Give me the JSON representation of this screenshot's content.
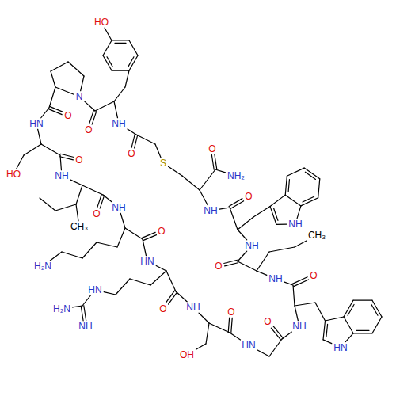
{
  "diagram": {
    "labels": [
      "HO",
      "N",
      "O",
      "O",
      "NH",
      "HN",
      "O",
      "HO",
      "O",
      "S",
      "NH",
      "O",
      "NH₂",
      "NH",
      "O",
      "CH₃",
      "O",
      "NH",
      "NH",
      "CH₃",
      "O",
      "NH",
      "HN",
      "O",
      "H₂N",
      "O",
      "NH",
      "HN",
      "NH",
      "H₂N",
      "O",
      "O",
      "O",
      "NH",
      "NH",
      "HN",
      "OH",
      "HN"
    ]
  }
}
